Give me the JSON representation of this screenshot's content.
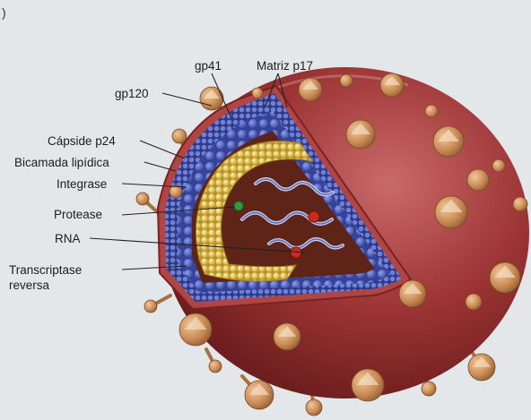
{
  "labels": {
    "gp41": "gp41",
    "matriz": "Matriz p17",
    "gp120": "gp120",
    "capside": "Cápside p24",
    "bicamada": "Bicamada lipídica",
    "integrase": "Integrase",
    "protease": "Protease",
    "rna": "RNA",
    "transcriptase_line1": "Transcriptase",
    "transcriptase_line2": "reversa"
  },
  "corner_mark": ")",
  "colors": {
    "background": "#e4e7ea",
    "envelope": "#8f2b2b",
    "envelope_light": "#b85a5a",
    "matrix_blue": "#3f4fa8",
    "capsid_yellow": "#e2c24a",
    "interior": "#5e2418",
    "spike": "#c9915a",
    "label_text": "#1c1c1c"
  }
}
